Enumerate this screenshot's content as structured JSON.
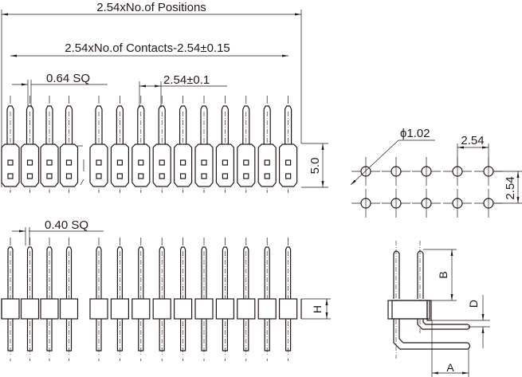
{
  "dimensions": {
    "positions": "2.54xNo.of Positions",
    "contacts": "2.54xNo.of Contacts-2.54±0.15",
    "pin_square_top": "0.64  SQ",
    "pitch_tolerance": "2.54±0.1",
    "housing_height": "5.0",
    "hole_diameter": "ϕ1.02",
    "hole_pitch_x": "2.54",
    "hole_pitch_y": "2.54",
    "pin_square_front": "0.40  SQ",
    "h_label": "H",
    "b_label": "B",
    "d_label": "D",
    "a_label": "A"
  },
  "pin_count": 14,
  "hole_columns": 5,
  "hole_rows": 2,
  "line_color": "#231815"
}
